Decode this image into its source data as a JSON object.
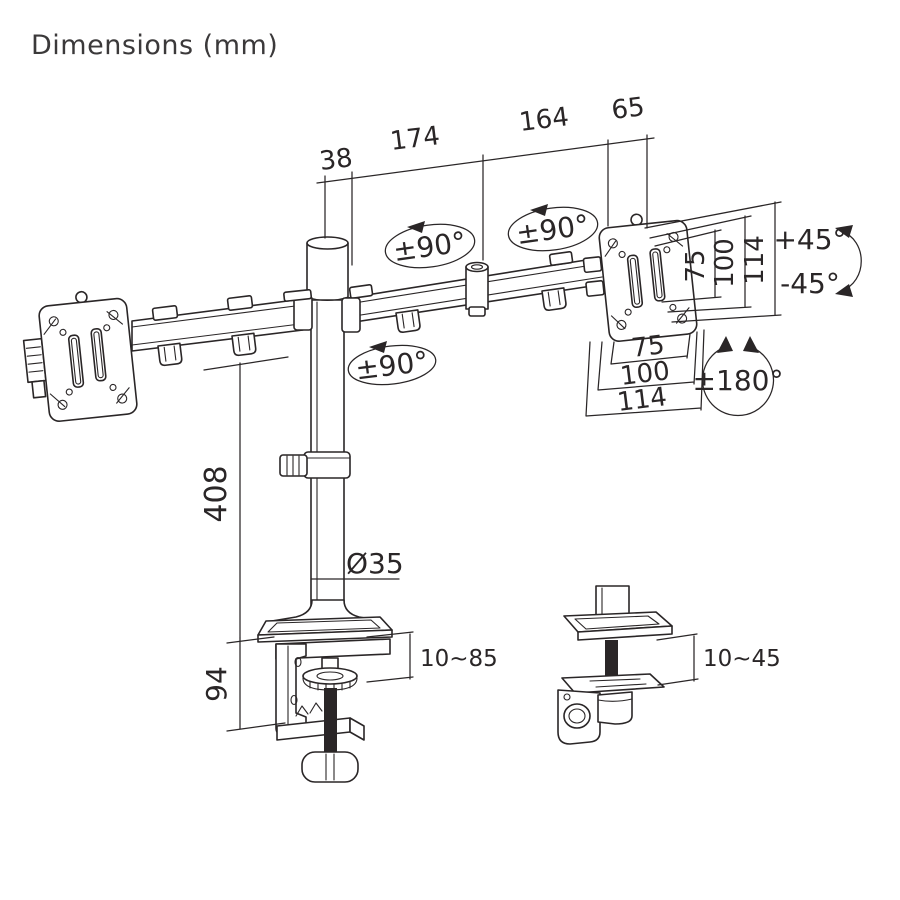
{
  "title": "Dimensions (mm)",
  "colors": {
    "line": "#2a2627",
    "text": "#2a2627",
    "title": "#3b393a",
    "background": "#ffffff"
  },
  "labels": {
    "top_dims": {
      "pole_offset": "38",
      "arm_inner": "174",
      "arm_outer": "164",
      "head_offset": "65"
    },
    "rotation": {
      "arm_joint_left": "±90°",
      "arm_joint_right": "±90°",
      "pole_swivel": "±90°",
      "head_rotate": "±180°",
      "tilt_up": "+45°",
      "tilt_down": "-45°"
    },
    "vesa_side": {
      "v75": "75",
      "v100": "100",
      "v114": "114"
    },
    "vesa_bottom": {
      "h75": "75",
      "h100": "100",
      "h114": "114"
    },
    "pole": {
      "height": "408",
      "diameter": "Ø35"
    },
    "clamp": {
      "height": "94",
      "desk_thickness": "10~85"
    },
    "grommet": {
      "desk_thickness": "10~45"
    }
  }
}
